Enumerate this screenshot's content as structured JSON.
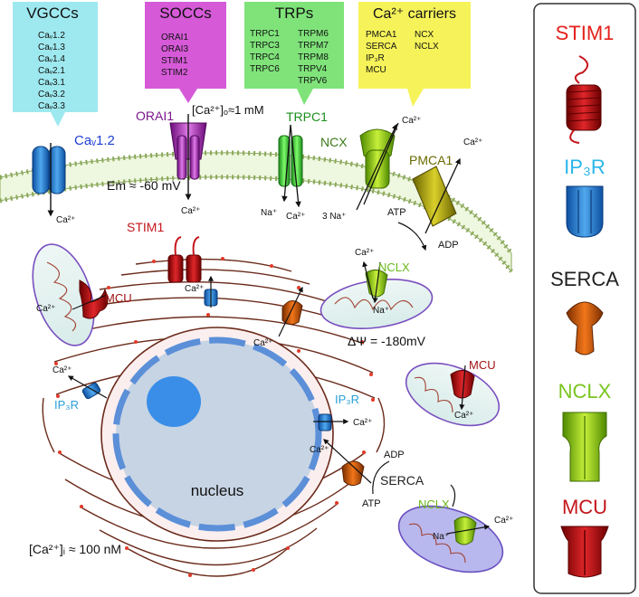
{
  "boxes": [
    {
      "title": "VGCCs",
      "items": [
        "Caᵥ1.2",
        "Caᵥ1.3",
        "Caᵥ1.4",
        "Caᵥ2.1",
        "Caᵥ3.1",
        "Caᵥ3.2",
        "Caᵥ3.3"
      ],
      "color": "#9ee9ef"
    },
    {
      "title": "SOCCs",
      "items": [
        "ORAI1",
        "ORAI3",
        "STIM1",
        "STIM2"
      ],
      "color": "#d65ad8"
    },
    {
      "title": "TRPs",
      "col1": [
        "TRPC1",
        "TRPC3",
        "TRPC4",
        "TRPC6"
      ],
      "col2": [
        "TRPM6",
        "TRPM7",
        "TRPM8",
        "TRPV4",
        "TRPV6"
      ],
      "color": "#7fe37a"
    },
    {
      "title": "Ca²⁺ carriers",
      "col1": [
        "PMCA1",
        "SERCA",
        "IP₃R",
        "MCU"
      ],
      "col2": [
        "NCX",
        "NCLX"
      ],
      "color": "#f6f35a"
    }
  ],
  "labels": {
    "cav": "Caᵥ1.2",
    "orai": "ORAI1",
    "ca_out": "[Ca²⁺]ₒ≈1 mM",
    "trpc1": "TRPC1",
    "ncx": "NCX",
    "pmca1": "PMCA1",
    "em": "Em ≈ -60 mV",
    "stim1": "STIM1",
    "mcu_left": "MCU",
    "nclx_mid": "NCLX",
    "dpsi": "ΔΨ = -180mV",
    "ip3r_left": "IP₃R",
    "ip3r_right": "IP₃R",
    "mcu_right": "MCU",
    "adp_serca": "ADP",
    "serca": "SERCA",
    "atp_serca": "ATP",
    "nucleus": "nucleus",
    "nclx_bottom": "NCLX",
    "ca_in": "[Ca²⁺]ᵢ ≈ 100 nM",
    "ca": "Ca²⁺",
    "na": "Na⁺",
    "three_na": "3 Na⁺",
    "atp": "ATP",
    "adp": "ADP"
  },
  "legend": [
    {
      "label": "STIM1",
      "color": "#e5201b"
    },
    {
      "label": "IP₃R",
      "color": "#29b6e8"
    },
    {
      "label": "SERCA",
      "color": "#222222"
    },
    {
      "label": "NCLX",
      "color": "#7ac51f"
    },
    {
      "label": "MCU",
      "color": "#c4161c"
    }
  ]
}
